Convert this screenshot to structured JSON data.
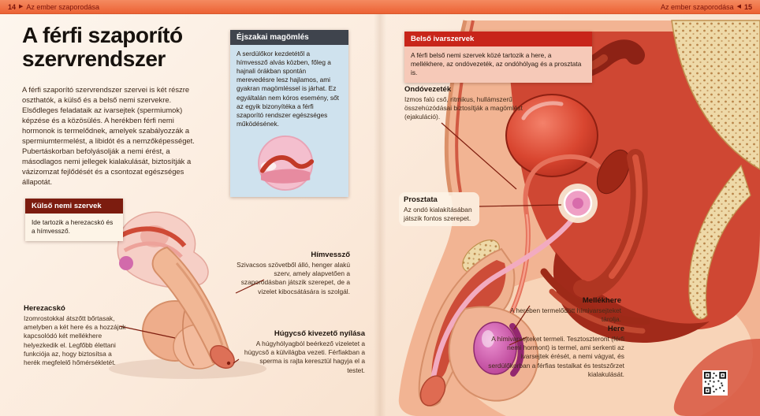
{
  "header": {
    "chapter_title": "Az ember szaporodása",
    "left_page_number": "14",
    "right_page_number": "15",
    "arrow_right_glyph": "▶",
    "arrow_left_glyph": "◀"
  },
  "left_page": {
    "title": "A férfi szaporító szervrendszer",
    "intro": "A férfi szaporító szervrendszer szervei is két részre oszthatók, a külső és a belső nemi szervekre. Elsődleges feladataik az ivarsejtek (spermiumok) képzése és a közösülés. A herékben férfi nemi hormonok is termelődnek, amelyek szabályozzák a spermiumtermelést, a libidót és a nemzőképességet. Pubertáskorban befolyásolják a nemi érést, a másodlagos nemi jellegek kialakulását, biztosítják a vázizomzat fejlődését és a csontozat egészséges állapotát.",
    "night_box": {
      "title": "Éjszakai magömlés",
      "body": "A serdülőkor kezdetétől a hímvessző alvás közben, főleg a hajnali órákban spontán merevedésre lesz hajlamos, ami gyakran magömléssel is járhat. Ez egyáltalán nem kóros esemény, sőt az egyik bizonyítéka a férfi szaporító rendszer egészséges működésének."
    },
    "external_box": {
      "title": "Külső nemi szervek",
      "body": "Ide tartozik a herezacskó és a hímvessző."
    },
    "labels": [
      {
        "title": "Herezacskó",
        "body": "Izomrostokkal átszőtt bőrtasak, amelyben a két here és a hozzájuk kapcsolódó két mellékhere helyezkedik el. Legfőbb élettani funkciója az, hogy biztosítsa a herék megfelelő hőmérsékletét."
      },
      {
        "title": "Hímvessző",
        "body": "Szivacsos szövetből álló, henger alakú szerv, amely alapvetően a szaporodásban játszik szerepet, de a vizelet kibocsátására is szolgál."
      },
      {
        "title": "Húgycső kivezető nyílása",
        "body": "A húgyhólyagból beérkező vizeletet a húgycső a külvilágba vezeti. Férfiakban a sperma is rajta keresztül hagyja el a testet."
      }
    ]
  },
  "right_page": {
    "internal_box": {
      "title": "Belső ivarszervek",
      "body": "A férfi belső nemi szervek közé tartozik a here, a mellékhere, az ondóvezeték, az ondóhólyag és a prosztata is."
    },
    "labels": [
      {
        "title": "Ondóvezeték",
        "body": "Izmos falú cső, ritmikus, hullámszerű összehúzódásai biztosítják a magömlést (ejakuláció)."
      },
      {
        "title": "Prosztata",
        "body": "Az ondó kialakításában játszik fontos szerepet."
      },
      {
        "title": "Mellékhere",
        "body": "A herében termelődött hímivarsejteket tárolja."
      },
      {
        "title": "Here",
        "body": "A hímivarsejteket termeli. Tesztoszteront (férfi nemi hormont) is termel, ami serkenti az ivarsejtek érését, a nemi vágyat, és serdülőkorban a férfias testalkat és testszőrzet kialakulását."
      }
    ]
  },
  "colors": {
    "header_bar": "#ec6a3e",
    "header_text": "#7c150b",
    "night_box_header": "#3f444d",
    "night_box_body": "#cfe2ee",
    "external_box_header": "#7c1c0f",
    "internal_box_header": "#c8251a",
    "internal_box_body": "#f6c9b8",
    "page_background": "#fbeadb",
    "leader_line": "#7e1d0e"
  }
}
